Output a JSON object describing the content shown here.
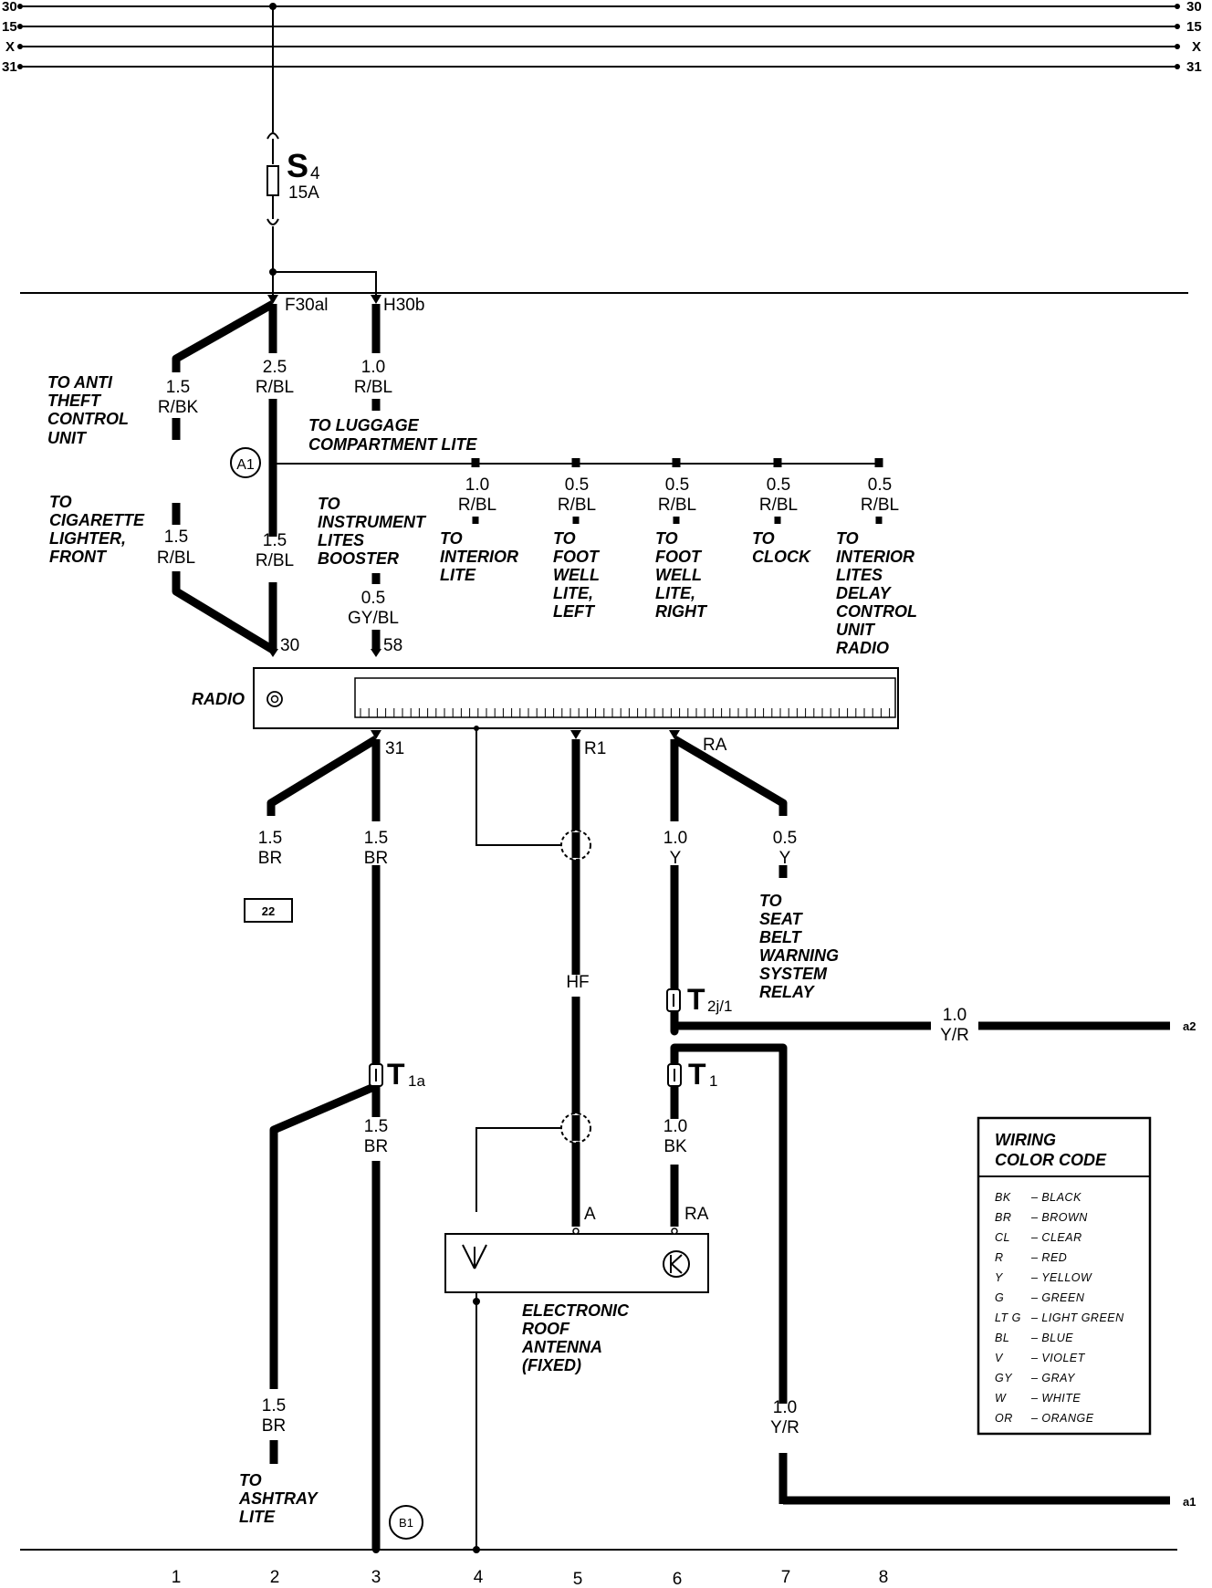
{
  "buses": {
    "left": [
      "30",
      "15",
      "X",
      "31"
    ],
    "right": [
      "30",
      "15",
      "X",
      "31"
    ]
  },
  "fuse": {
    "name": "S",
    "sub": "4",
    "rating": "15A"
  },
  "terminals": {
    "f30al": "F30al",
    "h30b": "H30b",
    "t30": "30",
    "t58": "58",
    "t31": "31",
    "r1": "R1",
    "ra_top": "RA",
    "a": "A",
    "ra_bottom": "RA"
  },
  "splice": {
    "a1": "A1",
    "b1": "B1"
  },
  "ground_ref": "22",
  "wires": {
    "anti_theft": [
      "1.5",
      "R/BK"
    ],
    "main_25": [
      "2.5",
      "R/BL"
    ],
    "luggage_10": [
      "1.0",
      "R/BL"
    ],
    "cig": [
      "1.5",
      "R/BL"
    ],
    "radio30": [
      "1.5",
      "R/BL"
    ],
    "instr": [
      "0.5",
      "GY/BL"
    ],
    "interior": [
      "1.0",
      "R/BL"
    ],
    "foot_left": [
      "0.5",
      "R/BL"
    ],
    "foot_right": [
      "0.5",
      "R/BL"
    ],
    "clock": [
      "0.5",
      "R/BL"
    ],
    "delay": [
      "0.5",
      "R/BL"
    ],
    "br_22": [
      "1.5",
      "BR"
    ],
    "br_31": [
      "1.5",
      "BR"
    ],
    "y_10": [
      "1.0",
      "Y"
    ],
    "y_05": [
      "0.5",
      "Y"
    ],
    "hf": "HF",
    "yr_a2": [
      "1.0",
      "Y/R"
    ],
    "br_t1a": [
      "1.5",
      "BR"
    ],
    "bk_t1": [
      "1.0",
      "BK"
    ],
    "br_ashtray": [
      "1.5",
      "BR"
    ],
    "yr_a1": [
      "1.0",
      "Y/R"
    ]
  },
  "notes": {
    "anti_theft": [
      "TO ANTI",
      "THEFT",
      "CONTROL",
      "UNIT"
    ],
    "luggage": [
      "TO  LUGGAGE",
      "COMPARTMENT LITE"
    ],
    "cigarette": [
      "TO",
      "CIGARETTE",
      "LIGHTER,",
      "FRONT"
    ],
    "instrument": [
      "TO",
      "INSTRUMENT",
      "LITES",
      "BOOSTER"
    ],
    "interior": [
      "TO",
      "INTERIOR",
      "LITE"
    ],
    "foot_left": [
      "TO",
      "FOOT",
      "WELL",
      "LITE,",
      "LEFT"
    ],
    "foot_right": [
      "TO",
      "FOOT",
      "WELL",
      "LITE,",
      "RIGHT"
    ],
    "clock": [
      "TO",
      "CLOCK"
    ],
    "delay": [
      "TO",
      "INTERIOR",
      "LITES",
      "DELAY",
      "CONTROL",
      "UNIT",
      "RADIO"
    ],
    "seat_belt": [
      "TO",
      "SEAT",
      "BELT",
      "WARNING",
      "SYSTEM",
      "RELAY"
    ],
    "antenna": [
      "ELECTRONIC",
      "ROOF",
      "ANTENNA",
      "(FIXED)"
    ],
    "ashtray": [
      "TO",
      "ASHTRAY",
      "LITE"
    ]
  },
  "components": {
    "radio": "RADIO"
  },
  "connectors": {
    "t2": {
      "main": "T",
      "sub": "2j/1"
    },
    "t1a": {
      "main": "T",
      "sub": "1a"
    },
    "t1": {
      "main": "T",
      "sub": "1"
    }
  },
  "refs": {
    "a1": "a1",
    "a2": "a2"
  },
  "legend": {
    "title": [
      "WIRING",
      "COLOR CODE"
    ],
    "items": [
      [
        "BK",
        "– BLACK"
      ],
      [
        "BR",
        "– BROWN"
      ],
      [
        "CL",
        "– CLEAR"
      ],
      [
        "R",
        "– RED"
      ],
      [
        "Y",
        "– YELLOW"
      ],
      [
        "G",
        "– GREEN"
      ],
      [
        "LT G",
        "– LIGHT GREEN"
      ],
      [
        "BL",
        "– BLUE"
      ],
      [
        "V",
        "– VIOLET"
      ],
      [
        "GY",
        "– GRAY"
      ],
      [
        "W",
        "– WHITE"
      ],
      [
        "OR",
        "– ORANGE"
      ]
    ]
  },
  "columns": [
    "1",
    "2",
    "3",
    "4",
    "5",
    "6",
    "7",
    "8"
  ]
}
